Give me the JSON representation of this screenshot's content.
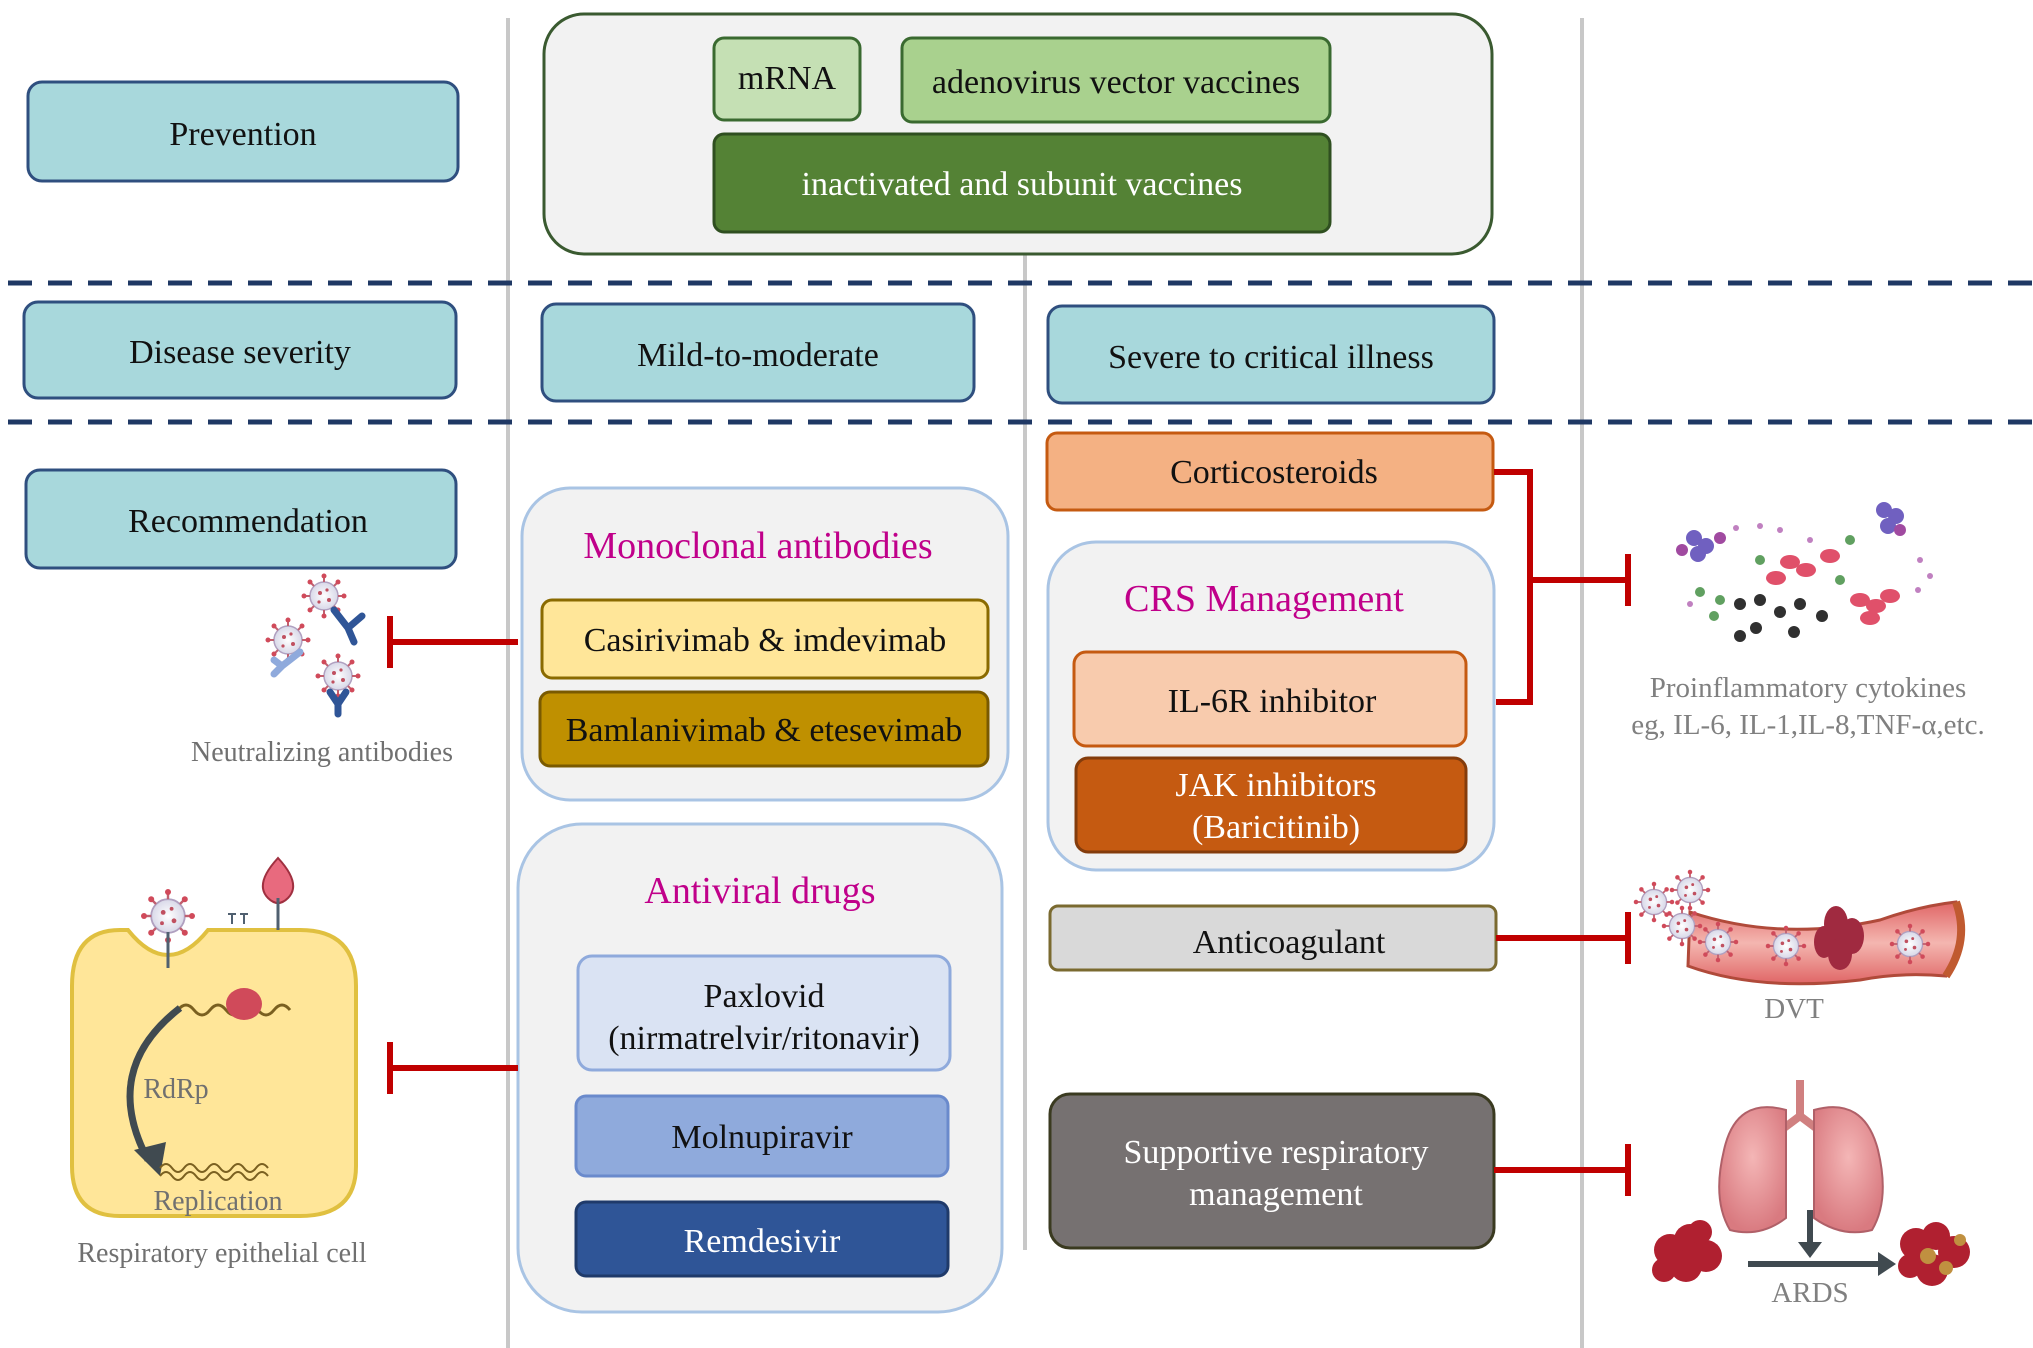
{
  "rows": {
    "prevention": "Prevention",
    "severity": "Disease severity",
    "recommendation": "Recommendation"
  },
  "vaccines": {
    "mrna": "mRNA",
    "adenovirus": "adenovirus vector vaccines",
    "inactivated": "inactivated and subunit vaccines"
  },
  "severity_levels": {
    "mild": "Mild-to-moderate",
    "severe": "Severe to critical illness"
  },
  "monoclonal": {
    "title": "Monoclonal antibodies",
    "drug1": "Casirivimab & imdevimab",
    "drug2": "Bamlanivimab & etesevimab"
  },
  "antiviral": {
    "title": "Antiviral drugs",
    "paxlovid_line1": "Paxlovid",
    "paxlovid_line2": "(nirmatrelvir/ritonavir)",
    "molnupiravir": "Molnupiravir",
    "remdesivir": "Remdesivir"
  },
  "severe_treatments": {
    "corticosteroids": "Corticosteroids",
    "crs_title": "CRS Management",
    "il6r": "IL-6R inhibitor",
    "jak_line1": "JAK inhibitors",
    "jak_line2": "(Baricitinib)",
    "anticoagulant": "Anticoagulant",
    "supportive_line1": "Supportive respiratory",
    "supportive_line2": "management"
  },
  "targets": {
    "neutralizing": "Neutralizing antibodies",
    "cell": "Respiratory epithelial cell",
    "rdrp": "RdRp",
    "replication": "Replication",
    "cytokines_line1": "Proinflammatory cytokines",
    "cytokines_line2": "eg, IL-6, IL-1,IL-8,TNF-α,etc.",
    "dvt": "DVT",
    "ards": "ARDS"
  },
  "colors": {
    "row_label_fill": "#a8d8dc",
    "row_label_stroke": "#2f4f7f",
    "divider": "#1f3864",
    "inhibit": "#c00000",
    "magenta": "#c0008a",
    "mrna_fill": "#c5e0b4",
    "adeno_fill": "#a9d18e",
    "inactivated_fill": "#548235",
    "mab1_fill": "#ffe699",
    "mab2_fill": "#bf9000",
    "paxlovid_fill": "#dae3f3",
    "molnupiravir_fill": "#8faadc",
    "remdesivir_fill": "#2f5597",
    "cortico_fill": "#f4b183",
    "il6r_fill": "#f8cbad",
    "jak_fill": "#c55a11",
    "anticoag_fill": "#d9d9d9",
    "supportive_fill": "#767171"
  }
}
